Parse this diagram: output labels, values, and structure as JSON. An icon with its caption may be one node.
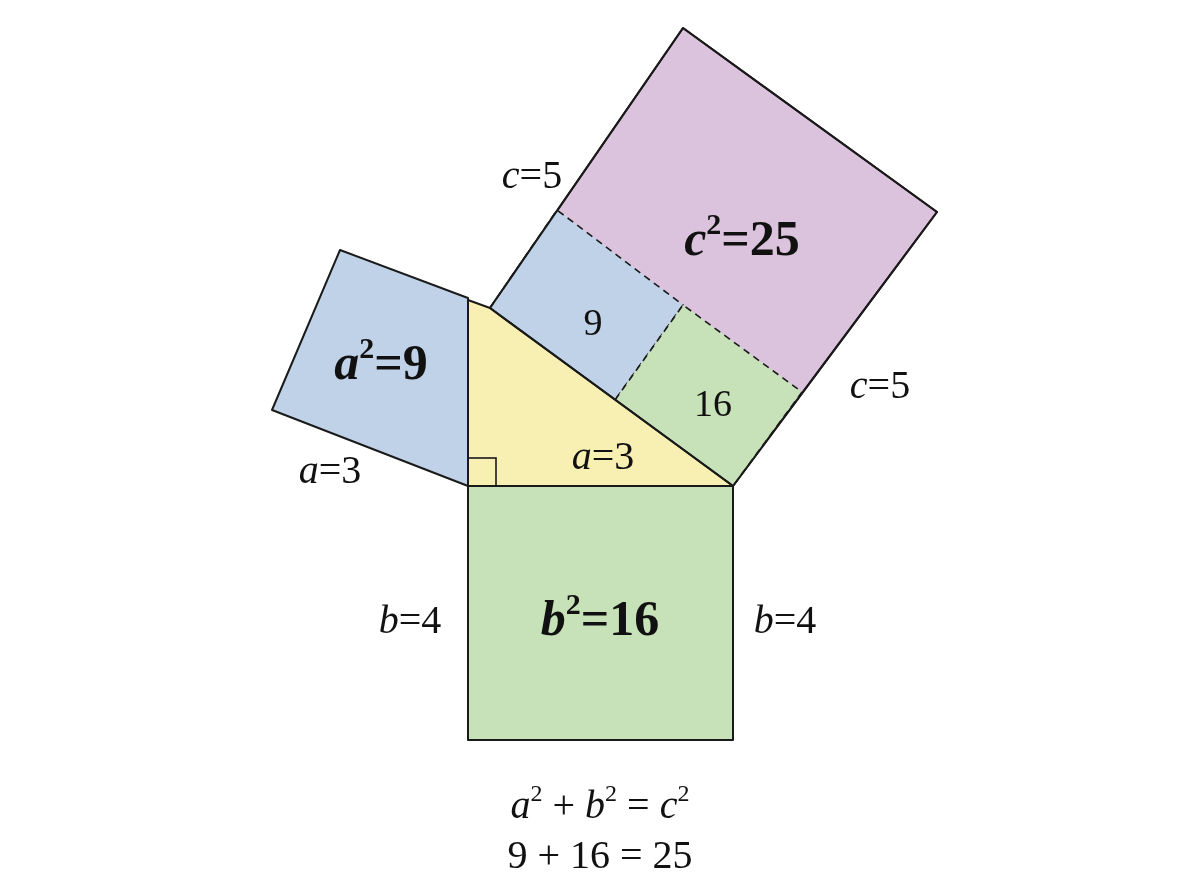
{
  "diagram": {
    "nodes": [
      {
        "text": [
          "*c*$^{2}$=25"
        ]
      },
      {
        "text": [
          "9"
        ],
        "in": 0
      },
      {
        "text": [
          "16"
        ],
        "in": 0
      },
      {
        "text": [
          "*a*$^{2}$=9"
        ]
      },
      {
        "text": [
          "*a*=3"
        ]
      },
      {
        "text": [
          "*b*$^{2}$=16"
        ]
      }
    ],
    "labels": [
      "*c*=5",
      "*c*=5",
      "*a*=3",
      "*b*=4",
      "*b*=4",
      "*a*$^{2}$ + *b*$^{2}$ = *c*$^{2}$",
      "9 + 16 = 25"
    ]
  }
}
